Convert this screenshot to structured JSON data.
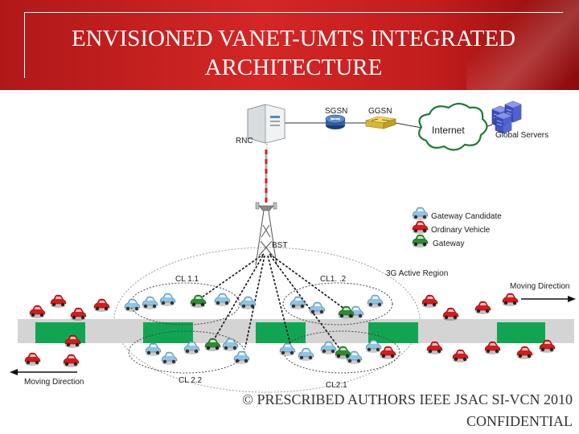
{
  "slide": {
    "title_line1": "ENVISIONED VANET-UMTS INTEGRATED",
    "title_line2": "ARCHITECTURE",
    "copyright": "© PRESCRIBED AUTHORS IEEE JSAC SI-VCN 2010",
    "confidential": "CONFIDENTIAL"
  },
  "network": {
    "sgsn": "SGSN",
    "ggsn": "GGSN",
    "internet": "Internet",
    "global_servers": "Global Servers",
    "rnc": "RNC",
    "bst": "BST"
  },
  "legend": {
    "gateway_candidate": "Gateway Candidate",
    "ordinary_vehicle": "Ordinary Vehicle",
    "gateway": "Gateway"
  },
  "clusters": {
    "cl11": "CL 1.1",
    "cl12": "CL1. .2",
    "cl21": "CL2.1",
    "cl22": "CL 2.2",
    "active_region": "3G Active Region"
  },
  "directions": {
    "right": "Moving Direction",
    "left": "Moving Direction"
  },
  "colors": {
    "header_red": "#c21d1d",
    "road_gray": "#d4d4d4",
    "lane_green": "#12a551",
    "ordinary_red": "#d81a1a",
    "candidate_blue": "#8fc4e4",
    "gateway_green": "#2e8b2e"
  }
}
